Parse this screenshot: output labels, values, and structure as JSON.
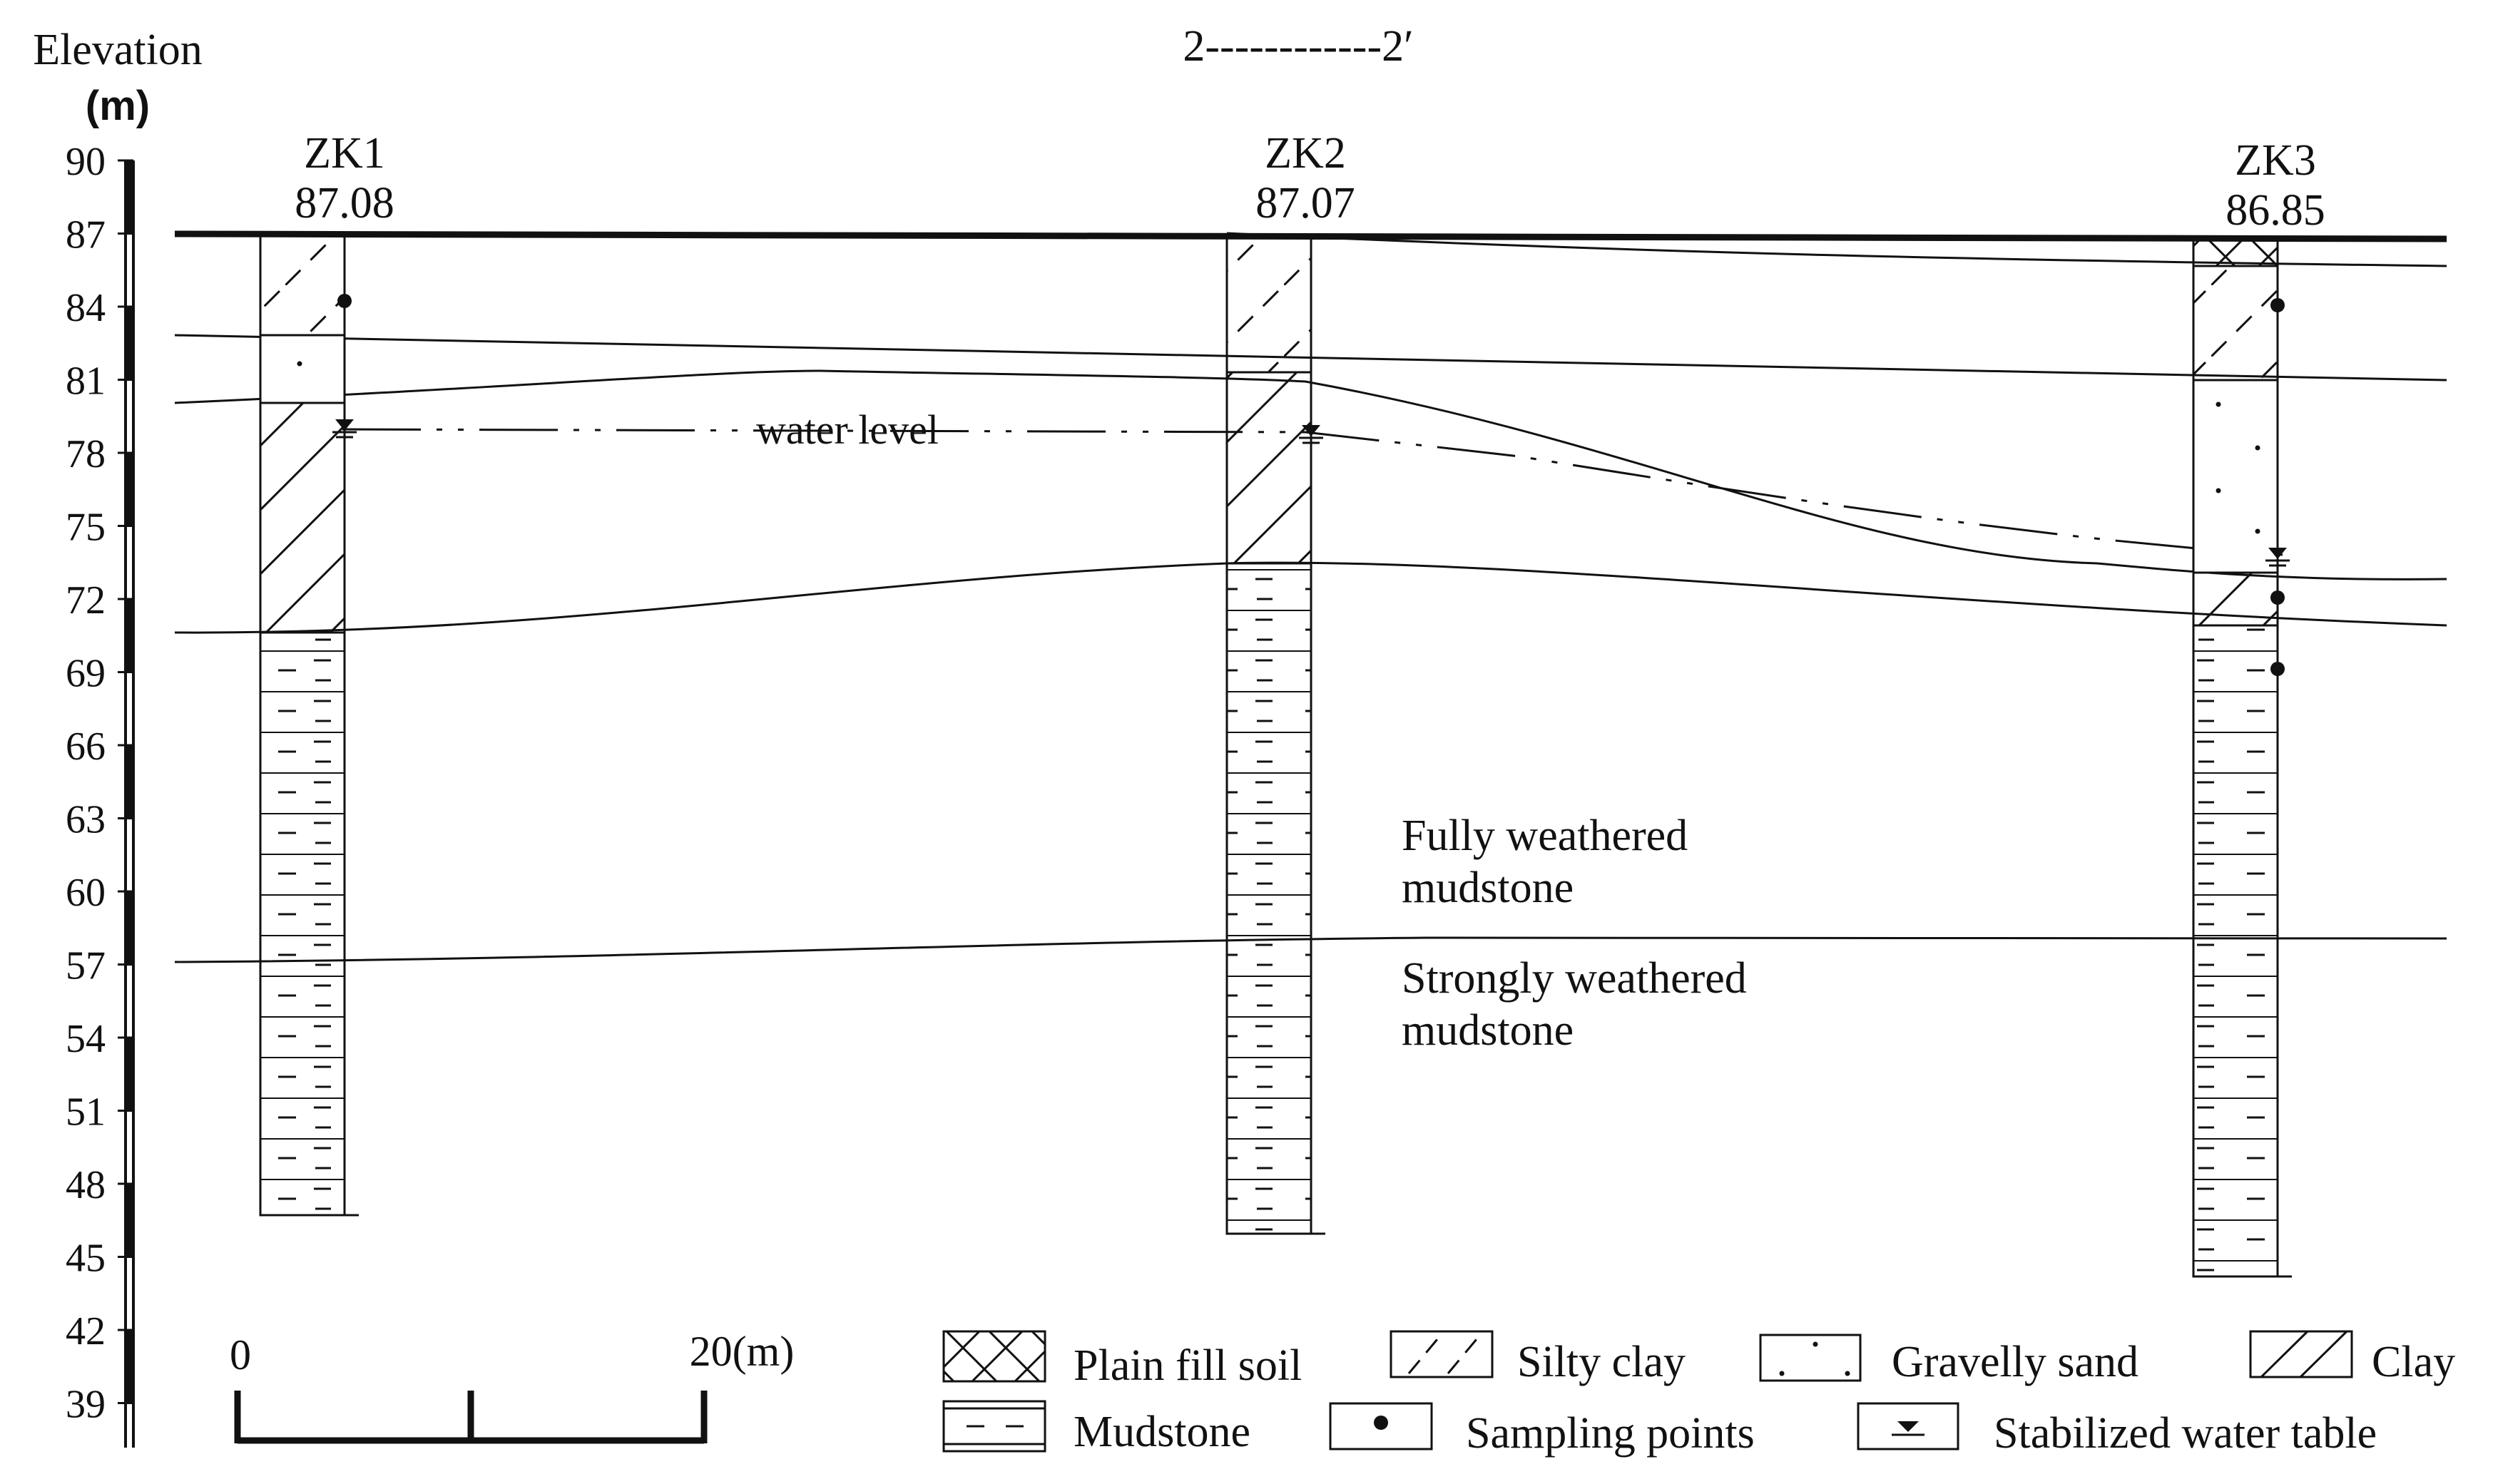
{
  "header": {
    "y_axis_title": "Elevation",
    "y_axis_unit": "(m)",
    "section_title": "2------------2′"
  },
  "y_axis": {
    "ticks": [
      "90",
      "87",
      "84",
      "81",
      "78",
      "75",
      "72",
      "69",
      "66",
      "63",
      "60",
      "57",
      "54",
      "51",
      "48",
      "45",
      "42",
      "39"
    ]
  },
  "boreholes": [
    {
      "id": "ZK1",
      "elevation": "87.08"
    },
    {
      "id": "ZK2",
      "elevation": "87.07"
    },
    {
      "id": "ZK3",
      "elevation": "86.85"
    }
  ],
  "labels": {
    "water_level": "water level",
    "fully_weathered_1": "Fully weathered",
    "fully_weathered_2": "mudstone",
    "strongly_weathered_1": "Strongly weathered",
    "strongly_weathered_2": "mudstone"
  },
  "scale_bar": {
    "start": "0",
    "end": "20(m)"
  },
  "legend": [
    {
      "key": "plain-fill-soil",
      "label": "Plain fill soil",
      "icon": "cross-hatch-icon"
    },
    {
      "key": "silty-clay",
      "label": "Silty clay",
      "icon": "diagonal-dash-hatch-icon"
    },
    {
      "key": "gravelly-sand",
      "label": "Gravelly sand",
      "icon": "dots-icon"
    },
    {
      "key": "clay",
      "label": "Clay",
      "icon": "diagonal-hatch-icon"
    },
    {
      "key": "mudstone",
      "label": "Mudstone",
      "icon": "mudstone-dash-icon"
    },
    {
      "key": "sampling-points",
      "label": "Sampling points",
      "icon": "dot-icon"
    },
    {
      "key": "stabilized-water-table",
      "label": "Stabilized water table",
      "icon": "triangle-down-icon"
    }
  ]
}
